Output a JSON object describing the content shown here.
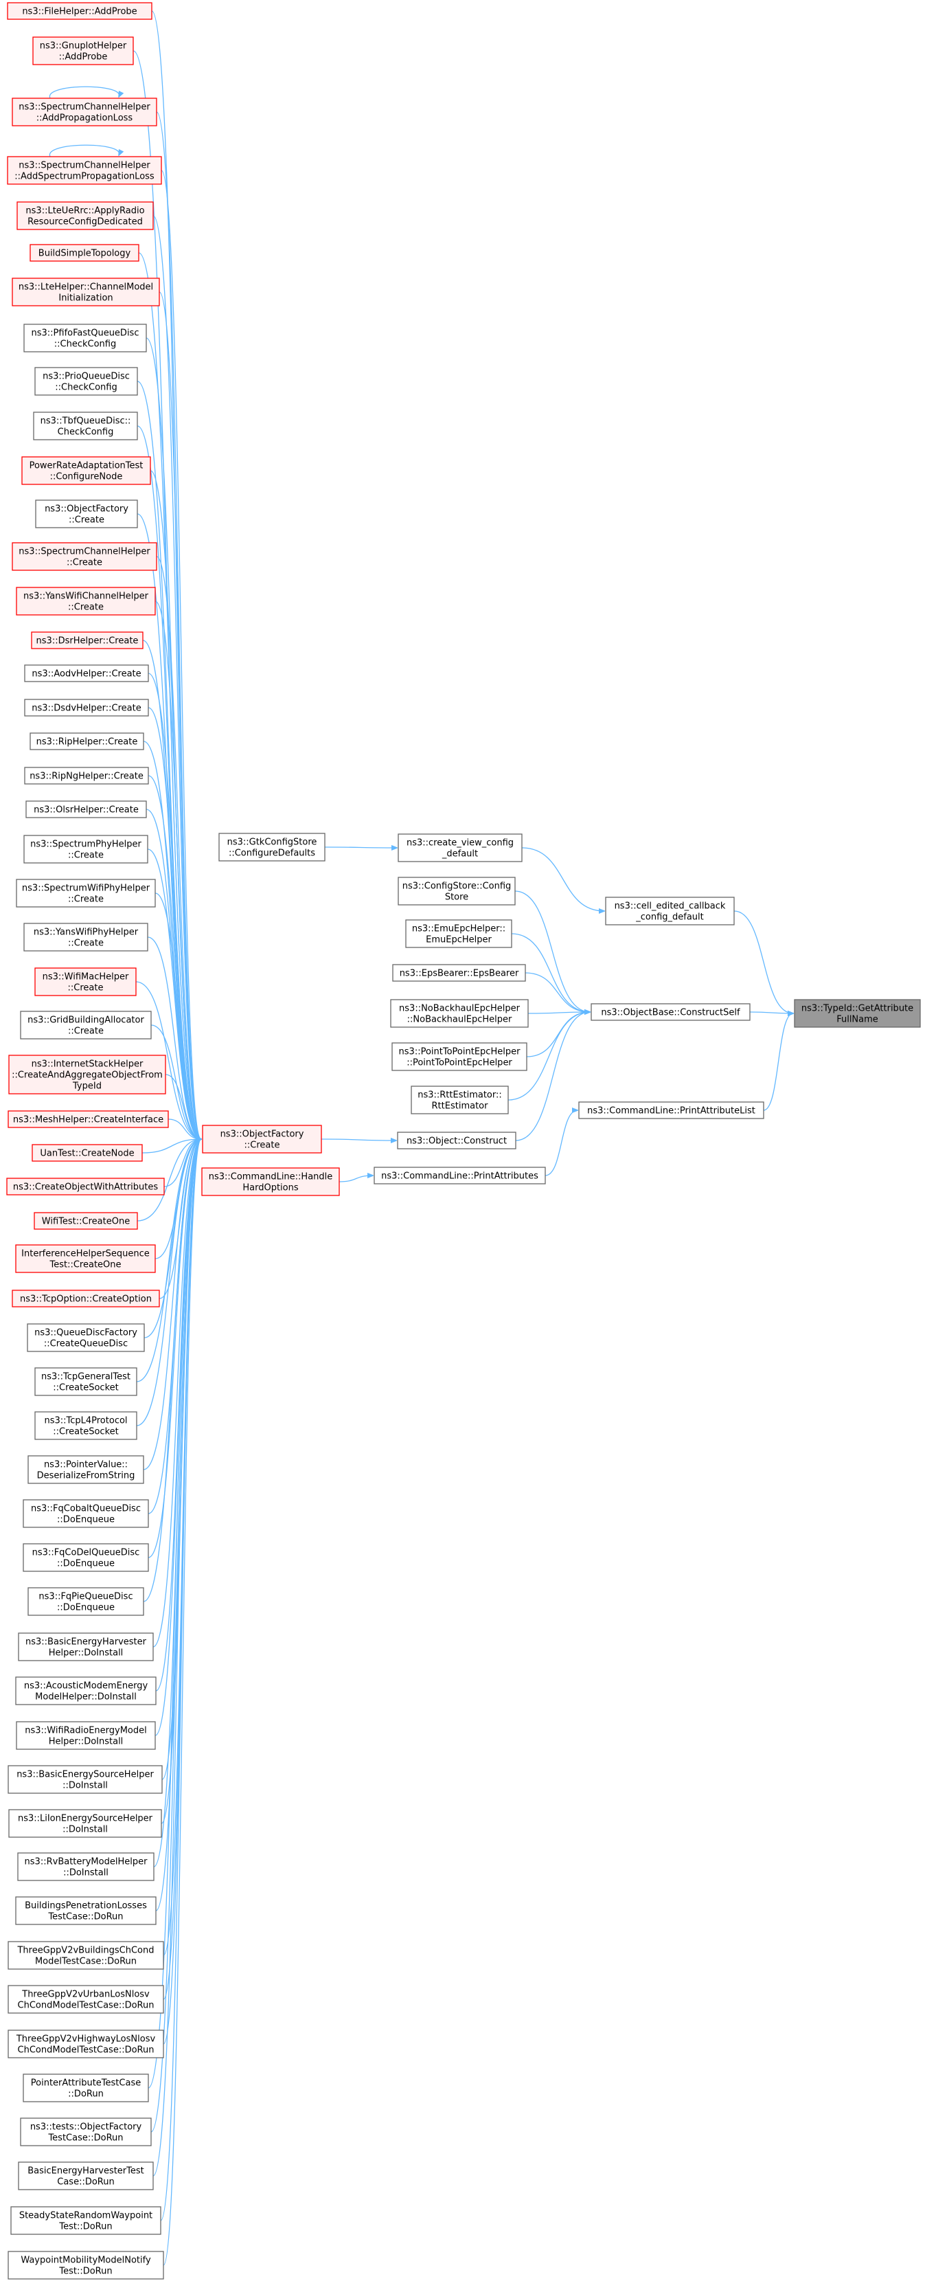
{
  "colors": {
    "background": "#ffffff",
    "edge": "#63b8ff",
    "focus_fill": "#999999",
    "focus_border": "#666666",
    "normal_fill": "#ffffff",
    "normal_border": "#666666",
    "truncated_fill": "#fff0f0",
    "truncated_border": "#ff0000"
  },
  "nodes": [
    {
      "id": "fh_addprobe",
      "lines": [
        "ns3::FileHelper::AddProbe"
      ],
      "style": "truncated"
    },
    {
      "id": "gh_addprobe",
      "lines": [
        "ns3::GnuplotHelper",
        "::AddProbe"
      ],
      "style": "truncated"
    },
    {
      "id": "sch_addprop",
      "lines": [
        "ns3::SpectrumChannelHelper",
        "::AddPropagationLoss"
      ],
      "style": "truncated"
    },
    {
      "id": "sch_addspec",
      "lines": [
        "ns3::SpectrumChannelHelper",
        "::AddSpectrumPropagationLoss"
      ],
      "style": "truncated"
    },
    {
      "id": "lterrc",
      "lines": [
        "ns3::LteUeRrc::ApplyRadio",
        "ResourceConfigDedicated"
      ],
      "style": "truncated"
    },
    {
      "id": "buildsimple",
      "lines": [
        "BuildSimpleTopology"
      ],
      "style": "truncated"
    },
    {
      "id": "ltehelper",
      "lines": [
        "ns3::LteHelper::ChannelModel",
        "Initialization"
      ],
      "style": "truncated"
    },
    {
      "id": "pfifo",
      "lines": [
        "ns3::PfifoFastQueueDisc",
        "::CheckConfig"
      ],
      "style": "normal"
    },
    {
      "id": "prio",
      "lines": [
        "ns3::PrioQueueDisc",
        "::CheckConfig"
      ],
      "style": "normal"
    },
    {
      "id": "tbf",
      "lines": [
        "ns3::TbfQueueDisc::",
        "CheckConfig"
      ],
      "style": "normal"
    },
    {
      "id": "powerrate",
      "lines": [
        "PowerRateAdaptationTest",
        "::ConfigureNode"
      ],
      "style": "truncated"
    },
    {
      "id": "of_create1",
      "lines": [
        "ns3::ObjectFactory",
        "::Create"
      ],
      "style": "normal"
    },
    {
      "id": "sch_create",
      "lines": [
        "ns3::SpectrumChannelHelper",
        "::Create"
      ],
      "style": "truncated"
    },
    {
      "id": "yans_ch_create",
      "lines": [
        "ns3::YansWifiChannelHelper",
        "::Create"
      ],
      "style": "truncated"
    },
    {
      "id": "dsr_create",
      "lines": [
        "ns3::DsrHelper::Create"
      ],
      "style": "truncated"
    },
    {
      "id": "aodv_create",
      "lines": [
        "ns3::AodvHelper::Create"
      ],
      "style": "normal"
    },
    {
      "id": "dsdv_create",
      "lines": [
        "ns3::DsdvHelper::Create"
      ],
      "style": "normal"
    },
    {
      "id": "rip_create",
      "lines": [
        "ns3::RipHelper::Create"
      ],
      "style": "normal"
    },
    {
      "id": "ripng_create",
      "lines": [
        "ns3::RipNgHelper::Create"
      ],
      "style": "normal"
    },
    {
      "id": "olsr_create",
      "lines": [
        "ns3::OlsrHelper::Create"
      ],
      "style": "normal"
    },
    {
      "id": "specphy_create",
      "lines": [
        "ns3::SpectrumPhyHelper",
        "::Create"
      ],
      "style": "normal"
    },
    {
      "id": "specwifiphy_create",
      "lines": [
        "ns3::SpectrumWifiPhyHelper",
        "::Create"
      ],
      "style": "normal"
    },
    {
      "id": "yansphy_create",
      "lines": [
        "ns3::YansWifiPhyHelper",
        "::Create"
      ],
      "style": "normal"
    },
    {
      "id": "wifimac_create",
      "lines": [
        "ns3::WifiMacHelper",
        "::Create"
      ],
      "style": "truncated"
    },
    {
      "id": "gridbuilding",
      "lines": [
        "ns3::GridBuildingAllocator",
        "::Create"
      ],
      "style": "normal"
    },
    {
      "id": "inetstack",
      "lines": [
        "ns3::InternetStackHelper",
        "::CreateAndAggregateObjectFrom",
        "TypeId"
      ],
      "style": "truncated"
    },
    {
      "id": "meshhelper",
      "lines": [
        "ns3::MeshHelper::CreateInterface"
      ],
      "style": "truncated"
    },
    {
      "id": "uantest",
      "lines": [
        "UanTest::CreateNode"
      ],
      "style": "truncated"
    },
    {
      "id": "createobjwithattr",
      "lines": [
        "ns3::CreateObjectWithAttributes"
      ],
      "style": "truncated"
    },
    {
      "id": "wifitest",
      "lines": [
        "WifiTest::CreateOne"
      ],
      "style": "truncated"
    },
    {
      "id": "interference",
      "lines": [
        "InterferenceHelperSequence",
        "Test::CreateOne"
      ],
      "style": "truncated"
    },
    {
      "id": "tcpoption",
      "lines": [
        "ns3::TcpOption::CreateOption"
      ],
      "style": "truncated"
    },
    {
      "id": "qdfactory",
      "lines": [
        "ns3::QueueDiscFactory",
        "::CreateQueueDisc"
      ],
      "style": "normal"
    },
    {
      "id": "tcpgeneral",
      "lines": [
        "ns3::TcpGeneralTest",
        "::CreateSocket"
      ],
      "style": "normal"
    },
    {
      "id": "tcpl4",
      "lines": [
        "ns3::TcpL4Protocol",
        "::CreateSocket"
      ],
      "style": "normal"
    },
    {
      "id": "pointervalue",
      "lines": [
        "ns3::PointerValue::",
        "DeserializeFromString"
      ],
      "style": "normal"
    },
    {
      "id": "fqcobalt",
      "lines": [
        "ns3::FqCobaltQueueDisc",
        "::DoEnqueue"
      ],
      "style": "normal"
    },
    {
      "id": "fqcodel",
      "lines": [
        "ns3::FqCoDelQueueDisc",
        "::DoEnqueue"
      ],
      "style": "normal"
    },
    {
      "id": "fqpie",
      "lines": [
        "ns3::FqPieQueueDisc",
        "::DoEnqueue"
      ],
      "style": "normal"
    },
    {
      "id": "basicharvester",
      "lines": [
        "ns3::BasicEnergyHarvester",
        "Helper::DoInstall"
      ],
      "style": "normal"
    },
    {
      "id": "acousticmodem",
      "lines": [
        "ns3::AcousticModemEnergy",
        "ModelHelper::DoInstall"
      ],
      "style": "normal"
    },
    {
      "id": "wifiradio",
      "lines": [
        "ns3::WifiRadioEnergyModel",
        "Helper::DoInstall"
      ],
      "style": "normal"
    },
    {
      "id": "basicsource",
      "lines": [
        "ns3::BasicEnergySourceHelper",
        "::DoInstall"
      ],
      "style": "normal"
    },
    {
      "id": "liion",
      "lines": [
        "ns3::LiIonEnergySourceHelper",
        "::DoInstall"
      ],
      "style": "normal"
    },
    {
      "id": "rvbattery",
      "lines": [
        "ns3::RvBatteryModelHelper",
        "::DoInstall"
      ],
      "style": "normal"
    },
    {
      "id": "buildingspen",
      "lines": [
        "BuildingsPenetrationLosses",
        "TestCase::DoRun"
      ],
      "style": "normal"
    },
    {
      "id": "v2vbuildings",
      "lines": [
        "ThreeGppV2vBuildingsChCond",
        "ModelTestCase::DoRun"
      ],
      "style": "normal"
    },
    {
      "id": "v2vurban",
      "lines": [
        "ThreeGppV2vUrbanLosNlosv",
        "ChCondModelTestCase::DoRun"
      ],
      "style": "normal"
    },
    {
      "id": "v2vhighway",
      "lines": [
        "ThreeGppV2vHighwayLosNlosv",
        "ChCondModelTestCase::DoRun"
      ],
      "style": "normal"
    },
    {
      "id": "pointerattr",
      "lines": [
        "PointerAttributeTestCase",
        "::DoRun"
      ],
      "style": "normal"
    },
    {
      "id": "testsobjfactory",
      "lines": [
        "ns3::tests::ObjectFactory",
        "TestCase::DoRun"
      ],
      "style": "normal"
    },
    {
      "id": "basicharvtest",
      "lines": [
        "BasicEnergyHarvesterTest",
        "Case::DoRun"
      ],
      "style": "normal"
    },
    {
      "id": "steadystate",
      "lines": [
        "SteadyStateRandomWaypoint",
        "Test::DoRun"
      ],
      "style": "normal"
    },
    {
      "id": "waypointnotify",
      "lines": [
        "WaypointMobilityModelNotify",
        "Test::DoRun"
      ],
      "style": "normal"
    },
    {
      "id": "gtkconfig",
      "lines": [
        "ns3::GtkConfigStore",
        "::ConfigureDefaults"
      ],
      "style": "normal"
    },
    {
      "id": "of_create_main",
      "lines": [
        "ns3::ObjectFactory",
        "::Create"
      ],
      "style": "truncated"
    },
    {
      "id": "cmd_handlehard",
      "lines": [
        "ns3::CommandLine::Handle",
        "HardOptions"
      ],
      "style": "truncated"
    },
    {
      "id": "create_view",
      "lines": [
        "ns3::create_view_config",
        "_default"
      ],
      "style": "normal"
    },
    {
      "id": "configstore",
      "lines": [
        "ns3::ConfigStore::Config",
        "Store"
      ],
      "style": "normal"
    },
    {
      "id": "emuepc",
      "lines": [
        "ns3::EmuEpcHelper::",
        "EmuEpcHelper"
      ],
      "style": "normal"
    },
    {
      "id": "epsbearer",
      "lines": [
        "ns3::EpsBearer::EpsBearer"
      ],
      "style": "normal"
    },
    {
      "id": "nobackhaul",
      "lines": [
        "ns3::NoBackhaulEpcHelper",
        "::NoBackhaulEpcHelper"
      ],
      "style": "normal"
    },
    {
      "id": "p2pepc",
      "lines": [
        "ns3::PointToPointEpcHelper",
        "::PointToPointEpcHelper"
      ],
      "style": "normal"
    },
    {
      "id": "rttestimator",
      "lines": [
        "ns3::RttEstimator::",
        "RttEstimator"
      ],
      "style": "normal"
    },
    {
      "id": "obj_construct",
      "lines": [
        "ns3::Object::Construct"
      ],
      "style": "normal"
    },
    {
      "id": "cmd_printattrs",
      "lines": [
        "ns3::CommandLine::PrintAttributes"
      ],
      "style": "normal"
    },
    {
      "id": "cell_edited",
      "lines": [
        "ns3::cell_edited_callback",
        "_config_default"
      ],
      "style": "normal"
    },
    {
      "id": "objbase_constructself",
      "lines": [
        "ns3::ObjectBase::ConstructSelf"
      ],
      "style": "normal"
    },
    {
      "id": "cmd_printattrlist",
      "lines": [
        "ns3::CommandLine::PrintAttributeList"
      ],
      "style": "normal"
    },
    {
      "id": "typeid_getattr",
      "lines": [
        "ns3::TypeId::GetAttribute",
        "FullName"
      ],
      "style": "focus"
    }
  ],
  "edges": [
    [
      "fh_addprobe",
      "of_create_main"
    ],
    [
      "gh_addprobe",
      "of_create_main"
    ],
    [
      "sch_addprop",
      "of_create_main"
    ],
    [
      "sch_addprop",
      "sch_addprop"
    ],
    [
      "sch_addspec",
      "of_create_main"
    ],
    [
      "sch_addspec",
      "sch_addspec"
    ],
    [
      "lterrc",
      "of_create_main"
    ],
    [
      "buildsimple",
      "of_create_main"
    ],
    [
      "ltehelper",
      "of_create_main"
    ],
    [
      "pfifo",
      "of_create_main"
    ],
    [
      "prio",
      "of_create_main"
    ],
    [
      "tbf",
      "of_create_main"
    ],
    [
      "powerrate",
      "of_create_main"
    ],
    [
      "of_create1",
      "of_create_main"
    ],
    [
      "sch_create",
      "of_create_main"
    ],
    [
      "yans_ch_create",
      "of_create_main"
    ],
    [
      "dsr_create",
      "of_create_main"
    ],
    [
      "aodv_create",
      "of_create_main"
    ],
    [
      "dsdv_create",
      "of_create_main"
    ],
    [
      "rip_create",
      "of_create_main"
    ],
    [
      "ripng_create",
      "of_create_main"
    ],
    [
      "olsr_create",
      "of_create_main"
    ],
    [
      "specphy_create",
      "of_create_main"
    ],
    [
      "specwifiphy_create",
      "of_create_main"
    ],
    [
      "yansphy_create",
      "of_create_main"
    ],
    [
      "wifimac_create",
      "of_create_main"
    ],
    [
      "gridbuilding",
      "of_create_main"
    ],
    [
      "inetstack",
      "of_create_main"
    ],
    [
      "meshhelper",
      "of_create_main"
    ],
    [
      "uantest",
      "of_create_main"
    ],
    [
      "createobjwithattr",
      "of_create_main"
    ],
    [
      "wifitest",
      "of_create_main"
    ],
    [
      "interference",
      "of_create_main"
    ],
    [
      "tcpoption",
      "of_create_main"
    ],
    [
      "qdfactory",
      "of_create_main"
    ],
    [
      "tcpgeneral",
      "of_create_main"
    ],
    [
      "tcpl4",
      "of_create_main"
    ],
    [
      "pointervalue",
      "of_create_main"
    ],
    [
      "fqcobalt",
      "of_create_main"
    ],
    [
      "fqcodel",
      "of_create_main"
    ],
    [
      "fqpie",
      "of_create_main"
    ],
    [
      "basicharvester",
      "of_create_main"
    ],
    [
      "acousticmodem",
      "of_create_main"
    ],
    [
      "wifiradio",
      "of_create_main"
    ],
    [
      "basicsource",
      "of_create_main"
    ],
    [
      "liion",
      "of_create_main"
    ],
    [
      "rvbattery",
      "of_create_main"
    ],
    [
      "buildingspen",
      "of_create_main"
    ],
    [
      "v2vbuildings",
      "of_create_main"
    ],
    [
      "v2vurban",
      "of_create_main"
    ],
    [
      "v2vhighway",
      "of_create_main"
    ],
    [
      "pointerattr",
      "of_create_main"
    ],
    [
      "testsobjfactory",
      "of_create_main"
    ],
    [
      "basicharvtest",
      "of_create_main"
    ],
    [
      "steadystate",
      "of_create_main"
    ],
    [
      "waypointnotify",
      "of_create_main"
    ],
    [
      "gtkconfig",
      "create_view"
    ],
    [
      "cmd_handlehard",
      "cmd_printattrs"
    ],
    [
      "of_create_main",
      "obj_construct"
    ],
    [
      "create_view",
      "cell_edited"
    ],
    [
      "configstore",
      "objbase_constructself"
    ],
    [
      "emuepc",
      "objbase_constructself"
    ],
    [
      "epsbearer",
      "objbase_constructself"
    ],
    [
      "nobackhaul",
      "objbase_constructself"
    ],
    [
      "p2pepc",
      "objbase_constructself"
    ],
    [
      "rttestimator",
      "objbase_constructself"
    ],
    [
      "obj_construct",
      "objbase_constructself"
    ],
    [
      "cmd_printattrs",
      "cmd_printattrlist"
    ],
    [
      "cell_edited",
      "typeid_getattr"
    ],
    [
      "objbase_constructself",
      "typeid_getattr"
    ],
    [
      "cmd_printattrlist",
      "typeid_getattr"
    ]
  ]
}
